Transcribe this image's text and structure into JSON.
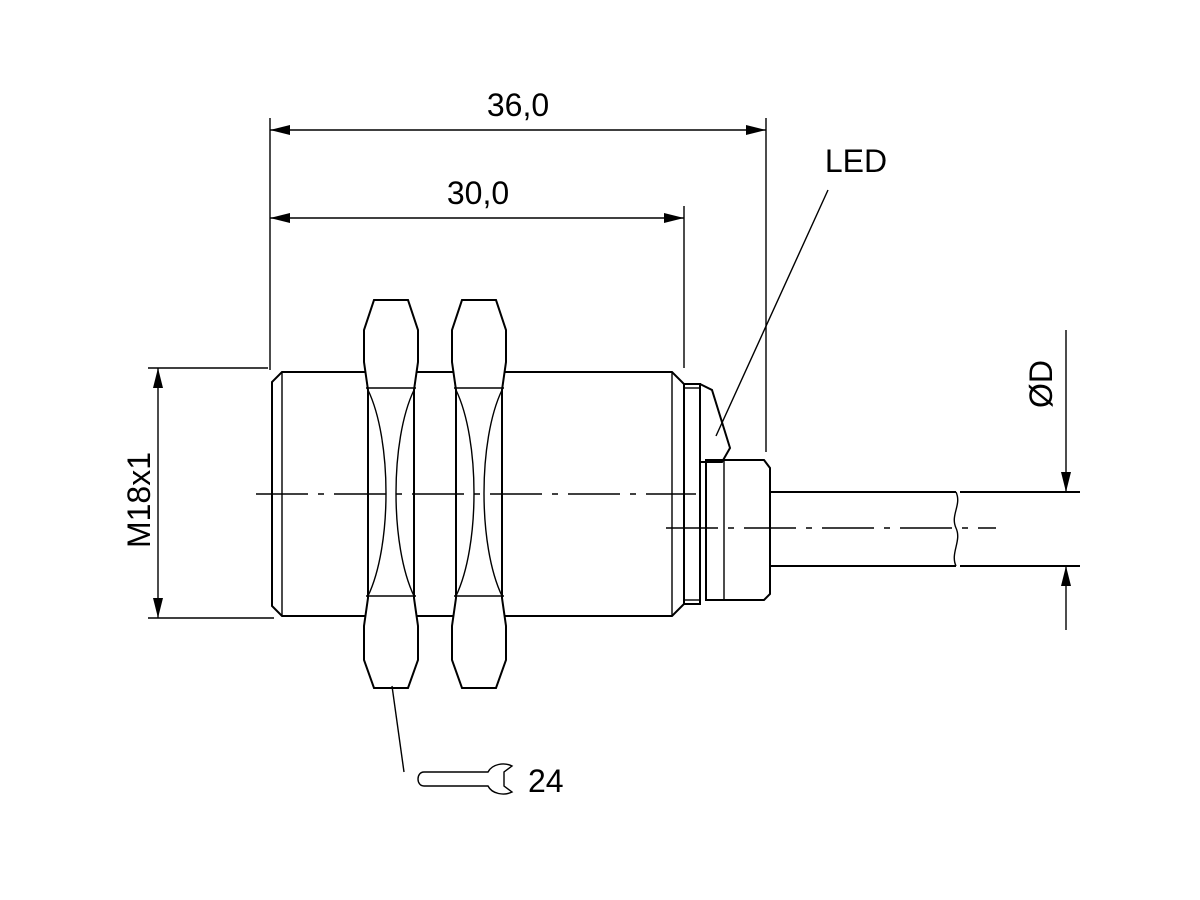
{
  "diagram": {
    "dimensions": {
      "overall_length": "36,0",
      "body_length": "30,0",
      "thread": "M18x1",
      "cable_diameter": "ØD",
      "wrench_size": "24"
    },
    "labels": {
      "led": "LED"
    },
    "colors": {
      "line": "#000000",
      "background": "#ffffff"
    },
    "icons": {
      "wrench": "wrench-icon",
      "diameter": "diameter-symbol"
    }
  }
}
